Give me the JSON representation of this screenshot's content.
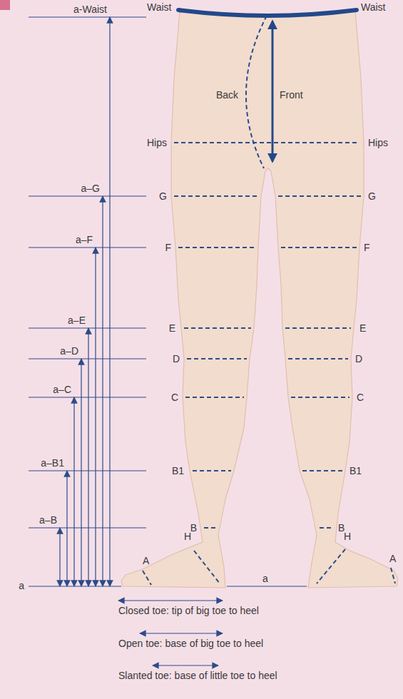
{
  "diagram": {
    "labels": [
      "a-Waist",
      "Waist",
      "Waist",
      "Back",
      "Front",
      "Hips",
      "Hips",
      "G",
      "G",
      "F",
      "F",
      "E",
      "E",
      "D",
      "D",
      "C",
      "C",
      "B1",
      "B1",
      "B",
      "B",
      "a–G",
      "a–F",
      "a–E",
      "a–D",
      "a–C",
      "a–B1",
      "a–B",
      "a",
      "H",
      "A",
      "a",
      "H",
      "A",
      "Closed toe: tip of big toe to heel",
      "Open toe: base of big toe to heel",
      "Slanted toe: base of little toe to heel"
    ]
  }
}
